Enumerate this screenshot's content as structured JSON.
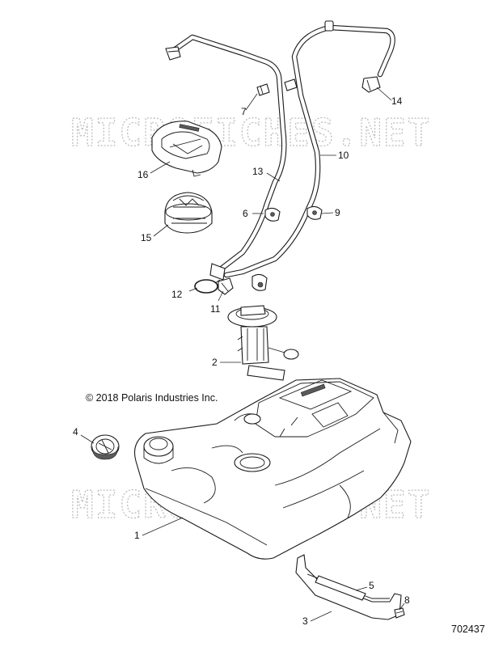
{
  "watermark": {
    "text_top": "MICROFICHES.NET",
    "text_bottom": "MICROFICHES.NET"
  },
  "copyright": "© 2018 Polaris Industries Inc.",
  "figure_number": "702437",
  "callouts": {
    "c1": "1",
    "c2": "2",
    "c3": "3",
    "c4": "4",
    "c5": "5",
    "c6": "6",
    "c7": "7",
    "c8": "8",
    "c9": "9",
    "c10": "10",
    "c11": "11",
    "c12": "12",
    "c13": "13",
    "c14": "14",
    "c15": "15",
    "c16": "16"
  }
}
